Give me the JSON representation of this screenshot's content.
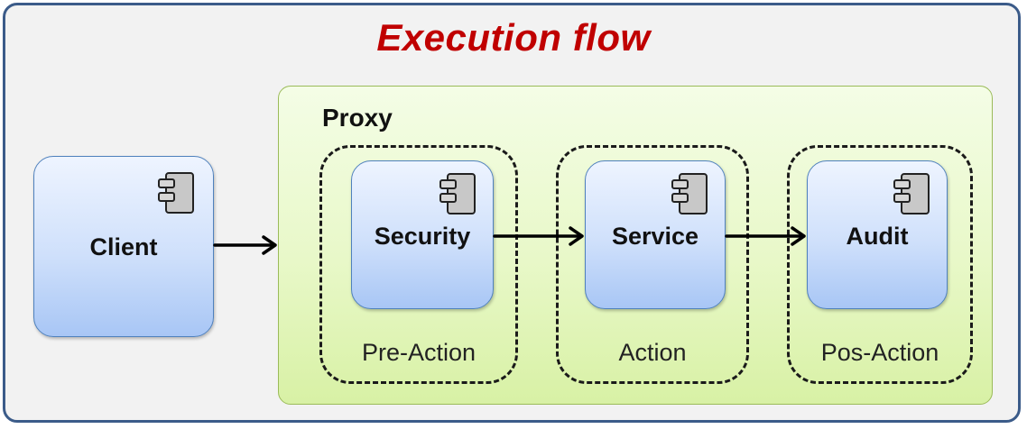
{
  "title": "Execution flow",
  "proxy": {
    "label": "Proxy"
  },
  "client": {
    "label": "Client",
    "icon": "component-icon"
  },
  "stages": [
    {
      "label": "Pre-Action",
      "component": "Security",
      "icon": "component-icon"
    },
    {
      "label": "Action",
      "component": "Service",
      "icon": "component-icon"
    },
    {
      "label": "Pos-Action",
      "component": "Audit",
      "icon": "component-icon"
    }
  ],
  "colors": {
    "title": "#c00000",
    "frame_border": "#3b5b89",
    "proxy_fill": "#e8f8c8",
    "component_fill": "#cfe0fb"
  }
}
